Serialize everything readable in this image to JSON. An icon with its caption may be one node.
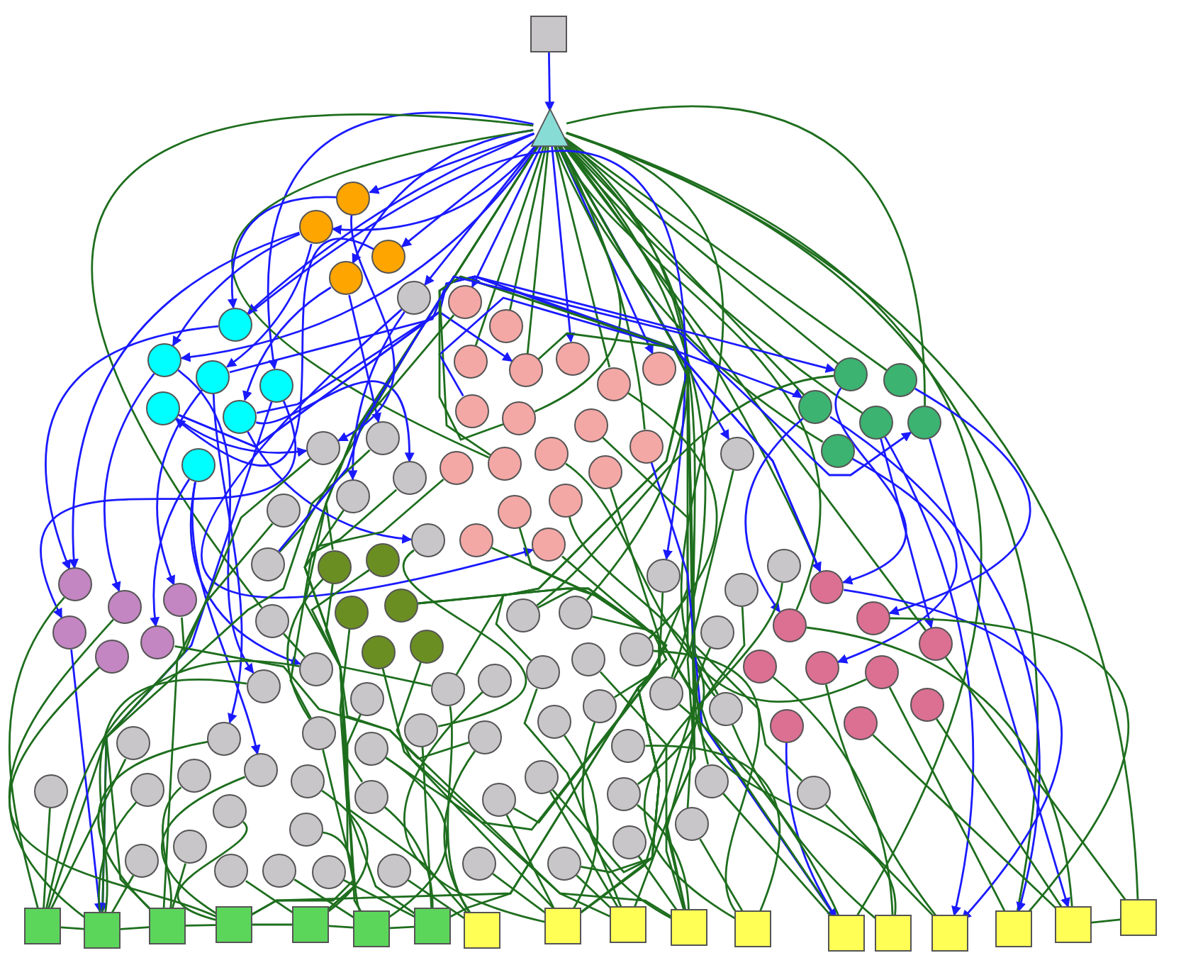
{
  "diagram": {
    "nodes": [
      {
        "text": [],
        "shape": "box"
      },
      {
        "text": [],
        "shape": "triangle"
      },
      {
        "text": [],
        "shape": "circle"
      },
      {
        "text": [],
        "shape": "circle"
      },
      {
        "text": [],
        "shape": "circle"
      },
      {
        "text": [],
        "shape": "circle"
      },
      {
        "text": [],
        "shape": "circle"
      },
      {
        "text": [],
        "shape": "circle"
      },
      {
        "text": [],
        "shape": "circle"
      },
      {
        "text": [],
        "shape": "circle"
      },
      {
        "text": [],
        "shape": "circle"
      },
      {
        "text": [],
        "shape": "circle"
      },
      {
        "text": [],
        "shape": "circle"
      },
      {
        "text": [],
        "shape": "circle"
      },
      {
        "text": [],
        "shape": "circle"
      },
      {
        "text": [],
        "shape": "circle"
      },
      {
        "text": [],
        "shape": "circle"
      },
      {
        "text": [],
        "shape": "circle"
      },
      {
        "text": [],
        "shape": "circle"
      },
      {
        "text": [],
        "shape": "circle"
      },
      {
        "text": [],
        "shape": "circle"
      },
      {
        "text": [],
        "shape": "circle"
      },
      {
        "text": [],
        "shape": "circle"
      },
      {
        "text": [],
        "shape": "circle"
      },
      {
        "text": [],
        "shape": "circle"
      },
      {
        "text": [],
        "shape": "circle"
      },
      {
        "text": [],
        "shape": "circle"
      },
      {
        "text": [],
        "shape": "circle"
      },
      {
        "text": [],
        "shape": "circle"
      },
      {
        "text": [],
        "shape": "circle"
      },
      {
        "text": [],
        "shape": "circle"
      },
      {
        "text": [],
        "shape": "circle"
      },
      {
        "text": [],
        "shape": "circle"
      },
      {
        "text": [],
        "shape": "circle"
      },
      {
        "text": [],
        "shape": "circle"
      },
      {
        "text": [],
        "shape": "circle"
      },
      {
        "text": [],
        "shape": "circle"
      },
      {
        "text": [],
        "shape": "circle"
      },
      {
        "text": [],
        "shape": "circle"
      },
      {
        "text": [],
        "shape": "circle"
      },
      {
        "text": [],
        "shape": "circle"
      },
      {
        "text": [],
        "shape": "circle"
      },
      {
        "text": [],
        "shape": "circle"
      },
      {
        "text": [],
        "shape": "circle"
      },
      {
        "text": [],
        "shape": "circle"
      },
      {
        "text": [],
        "shape": "circle"
      },
      {
        "text": [],
        "shape": "circle"
      },
      {
        "text": [],
        "shape": "circle"
      },
      {
        "text": [],
        "shape": "circle"
      },
      {
        "text": [],
        "shape": "circle"
      },
      {
        "text": [],
        "shape": "circle"
      },
      {
        "text": [],
        "shape": "circle"
      },
      {
        "text": [],
        "shape": "circle"
      },
      {
        "text": [],
        "shape": "circle"
      },
      {
        "text": [],
        "shape": "circle"
      },
      {
        "text": [],
        "shape": "circle"
      },
      {
        "text": [],
        "shape": "circle"
      },
      {
        "text": [],
        "shape": "circle"
      },
      {
        "text": [],
        "shape": "circle"
      },
      {
        "text": [],
        "shape": "circle"
      },
      {
        "text": [],
        "shape": "circle"
      },
      {
        "text": [],
        "shape": "circle"
      },
      {
        "text": [],
        "shape": "circle"
      },
      {
        "text": [],
        "shape": "circle"
      },
      {
        "text": [],
        "shape": "circle"
      },
      {
        "text": [],
        "shape": "circle"
      },
      {
        "text": [],
        "shape": "circle"
      },
      {
        "text": [],
        "shape": "circle"
      },
      {
        "text": [],
        "shape": "circle"
      },
      {
        "text": [],
        "shape": "circle"
      },
      {
        "text": [],
        "shape": "circle"
      },
      {
        "text": [],
        "shape": "circle"
      },
      {
        "text": [],
        "shape": "circle"
      },
      {
        "text": [],
        "shape": "circle"
      },
      {
        "text": [],
        "shape": "circle"
      },
      {
        "text": [],
        "shape": "circle"
      },
      {
        "text": [],
        "shape": "circle"
      },
      {
        "text": [],
        "shape": "circle"
      },
      {
        "text": [],
        "shape": "circle"
      },
      {
        "text": [],
        "shape": "circle"
      },
      {
        "text": [],
        "shape": "circle"
      },
      {
        "text": [],
        "shape": "circle"
      },
      {
        "text": [],
        "shape": "circle"
      },
      {
        "text": [],
        "shape": "circle"
      },
      {
        "text": [],
        "shape": "circle"
      },
      {
        "text": [],
        "shape": "circle"
      },
      {
        "text": [],
        "shape": "circle"
      },
      {
        "text": [],
        "shape": "circle"
      },
      {
        "text": [],
        "shape": "circle"
      },
      {
        "text": [],
        "shape": "circle"
      },
      {
        "text": [],
        "shape": "circle"
      },
      {
        "text": [],
        "shape": "circle"
      },
      {
        "text": [],
        "shape": "circle"
      },
      {
        "text": [],
        "shape": "circle"
      },
      {
        "text": [],
        "shape": "circle"
      },
      {
        "text": [],
        "shape": "circle"
      },
      {
        "text": [],
        "shape": "circle"
      },
      {
        "text": [],
        "shape": "circle"
      },
      {
        "text": [],
        "shape": "circle"
      },
      {
        "text": [],
        "shape": "circle"
      },
      {
        "text": [],
        "shape": "circle"
      },
      {
        "text": [],
        "shape": "circle"
      },
      {
        "text": [],
        "shape": "circle"
      },
      {
        "text": [],
        "shape": "circle"
      },
      {
        "text": [],
        "shape": "circle"
      },
      {
        "text": [],
        "shape": "circle"
      },
      {
        "text": [],
        "shape": "circle"
      },
      {
        "text": [],
        "shape": "circle"
      },
      {
        "text": [],
        "shape": "circle"
      },
      {
        "text": [],
        "shape": "circle"
      },
      {
        "text": [],
        "shape": "circle"
      },
      {
        "text": [],
        "shape": "circle"
      },
      {
        "text": [],
        "shape": "circle"
      },
      {
        "text": [],
        "shape": "circle"
      },
      {
        "text": [],
        "shape": "circle"
      },
      {
        "text": [],
        "shape": "circle"
      },
      {
        "text": [],
        "shape": "circle"
      },
      {
        "text": [],
        "shape": "circle"
      },
      {
        "text": [],
        "shape": "box"
      },
      {
        "text": [],
        "shape": "box"
      },
      {
        "text": [],
        "shape": "box"
      },
      {
        "text": [],
        "shape": "box"
      },
      {
        "text": [],
        "shape": "box"
      },
      {
        "text": [],
        "shape": "box"
      },
      {
        "text": [],
        "shape": "box"
      },
      {
        "text": [],
        "shape": "box"
      },
      {
        "text": [],
        "shape": "box"
      },
      {
        "text": [],
        "shape": "box"
      },
      {
        "text": [],
        "shape": "box"
      },
      {
        "text": [],
        "shape": "box"
      },
      {
        "text": [],
        "shape": "box"
      },
      {
        "text": [],
        "shape": "box"
      },
      {
        "text": [],
        "shape": "box"
      },
      {
        "text": [],
        "shape": "box"
      },
      {
        "text": [],
        "shape": "box"
      },
      {
        "text": [],
        "shape": "box"
      }
    ],
    "edges": [
      {
        "from": 0,
        "to": 1,
        "arrow": "to",
        "color": "#1a1aff"
      },
      {
        "from": 1,
        "to": 2,
        "arrow": "to",
        "color": "#1a1aff"
      },
      {
        "from": 1,
        "to": 3,
        "arrow": "to",
        "color": "#1a1aff"
      },
      {
        "from": 1,
        "to": 4,
        "arrow": "to",
        "color": "#1a1aff"
      },
      {
        "from": 1,
        "to": 5,
        "arrow": "to",
        "color": "#1a1aff"
      },
      {
        "from": 1,
        "to": 6,
        "arrow": "to",
        "color": "#1a1aff"
      },
      {
        "from": 1,
        "to": 7,
        "arrow": "to",
        "color": "#1a1aff"
      },
      {
        "from": 1,
        "to": 8,
        "arrow": "to",
        "color": "#1a1aff"
      },
      {
        "from": 1,
        "to": 10,
        "arrow": "to",
        "color": "#1a1aff"
      },
      {
        "from": 1,
        "to": 14,
        "arrow": "to",
        "color": "#1a1aff"
      },
      {
        "from": 1,
        "to": 18,
        "arrow": "to",
        "color": "#1a1aff"
      },
      {
        "from": 1,
        "to": 19,
        "arrow": "to",
        "color": "#1a1aff"
      },
      {
        "from": 1,
        "to": 45,
        "arrow": "to",
        "color": "#1a1aff"
      },
      {
        "from": 1,
        "to": 15,
        "arrow": "none"
      },
      {
        "from": 1,
        "to": 16,
        "arrow": "none"
      },
      {
        "from": 1,
        "to": 17,
        "arrow": "none"
      },
      {
        "from": 1,
        "to": 20,
        "arrow": "none"
      },
      {
        "from": 1,
        "to": 22,
        "arrow": "none"
      },
      {
        "from": 1,
        "to": 25,
        "arrow": "none"
      },
      {
        "from": 1,
        "to": 27,
        "arrow": "none"
      },
      {
        "from": 1,
        "to": 33,
        "arrow": "none"
      },
      {
        "from": 1,
        "to": 34,
        "arrow": "none"
      },
      {
        "from": 1,
        "to": 35,
        "arrow": "none"
      },
      {
        "from": 1,
        "to": 36,
        "arrow": "none"
      },
      {
        "from": 1,
        "to": 37,
        "arrow": "none"
      },
      {
        "from": 1,
        "to": 38,
        "arrow": "none"
      },
      {
        "from": 1,
        "to": 46,
        "arrow": "none"
      },
      {
        "from": 1,
        "to": 47,
        "arrow": "none"
      },
      {
        "from": 1,
        "to": 52,
        "arrow": "none"
      },
      {
        "from": 1,
        "to": 54,
        "arrow": "none"
      },
      {
        "from": 1,
        "to": 66,
        "arrow": "none"
      },
      {
        "from": 1,
        "to": 68,
        "arrow": "none"
      },
      {
        "from": 1,
        "to": 69,
        "arrow": "none"
      },
      {
        "from": 1,
        "to": 79,
        "arrow": "none"
      },
      {
        "from": 1,
        "to": 84,
        "arrow": "none"
      },
      {
        "from": 1,
        "to": 85,
        "arrow": "none"
      },
      {
        "from": 1,
        "to": 103,
        "arrow": "none"
      },
      {
        "from": 1,
        "to": 104,
        "arrow": "none"
      },
      {
        "from": 1,
        "to": 124,
        "arrow": "none"
      },
      {
        "from": 1,
        "to": 126,
        "arrow": "none"
      },
      {
        "from": 1,
        "to": 128,
        "arrow": "none"
      },
      {
        "from": 1,
        "to": 130,
        "arrow": "none"
      },
      {
        "from": 1,
        "to": 133,
        "arrow": "none"
      },
      {
        "from": 1,
        "to": 135,
        "arrow": "none"
      },
      {
        "from": 2,
        "to": 7,
        "arrow": "to",
        "color": "#1a1aff"
      },
      {
        "from": 3,
        "to": 8,
        "arrow": "to",
        "color": "#1a1aff"
      },
      {
        "from": 3,
        "to": 9,
        "arrow": "to",
        "color": "#1a1aff"
      },
      {
        "from": 4,
        "to": 11,
        "arrow": "to",
        "color": "#1a1aff"
      },
      {
        "from": 5,
        "to": 12,
        "arrow": "to",
        "color": "#1a1aff"
      },
      {
        "from": 3,
        "to": 60,
        "arrow": "to",
        "color": "#1a1aff"
      },
      {
        "from": 2,
        "to": 39,
        "arrow": "to",
        "color": "#1a1aff"
      },
      {
        "from": 5,
        "to": 40,
        "arrow": "to",
        "color": "#1a1aff"
      },
      {
        "from": 6,
        "to": 42,
        "arrow": "to",
        "color": "#1a1aff"
      },
      {
        "from": 6,
        "to": 31,
        "arrow": "to",
        "color": "#1a1aff"
      },
      {
        "from": 7,
        "to": 60,
        "arrow": "to",
        "color": "#1a1aff"
      },
      {
        "from": 8,
        "to": 61,
        "arrow": "to",
        "color": "#1a1aff"
      },
      {
        "from": 9,
        "to": 62,
        "arrow": "to",
        "color": "#1a1aff"
      },
      {
        "from": 10,
        "to": 63,
        "arrow": "to",
        "color": "#1a1aff"
      },
      {
        "from": 11,
        "to": 39,
        "arrow": "to",
        "color": "#1a1aff"
      },
      {
        "from": 11,
        "to": 35,
        "arrow": "to",
        "color": "#1a1aff"
      },
      {
        "from": 12,
        "to": 44,
        "arrow": "to",
        "color": "#1a1aff"
      },
      {
        "from": 13,
        "to": 64,
        "arrow": "to",
        "color": "#1a1aff"
      },
      {
        "from": 8,
        "to": 77,
        "arrow": "to",
        "color": "#1a1aff"
      },
      {
        "from": 9,
        "to": 92,
        "arrow": "to",
        "color": "#1a1aff"
      },
      {
        "from": 13,
        "to": 96,
        "arrow": "to",
        "color": "#1a1aff"
      },
      {
        "from": 11,
        "to": 17,
        "arrow": "to",
        "color": "#1a1aff"
      },
      {
        "from": 12,
        "to": 41,
        "arrow": "to",
        "color": "#1a1aff"
      },
      {
        "from": 9,
        "to": 33,
        "arrow": "to",
        "color": "#1a1aff"
      },
      {
        "from": 13,
        "to": 76,
        "arrow": "to",
        "color": "#1a1aff"
      },
      {
        "from": 10,
        "to": 119,
        "arrow": "to",
        "color": "#1a1aff"
      },
      {
        "from": 7,
        "to": 48,
        "arrow": "to",
        "color": "#1a1aff"
      },
      {
        "from": 12,
        "to": 66,
        "arrow": "to",
        "color": "#1a1aff"
      },
      {
        "from": 14,
        "to": 79,
        "arrow": "none"
      },
      {
        "from": 17,
        "to": 81,
        "arrow": "none"
      },
      {
        "from": 20,
        "to": 83,
        "arrow": "none"
      },
      {
        "from": 23,
        "to": 86,
        "arrow": "none"
      },
      {
        "from": 26,
        "to": 90,
        "arrow": "none"
      },
      {
        "from": 28,
        "to": 100,
        "arrow": "none"
      },
      {
        "from": 29,
        "to": 102,
        "arrow": "none"
      },
      {
        "from": 30,
        "to": 116,
        "arrow": "none"
      },
      {
        "from": 31,
        "to": 101,
        "arrow": "none"
      },
      {
        "from": 32,
        "to": 115,
        "arrow": "none"
      },
      {
        "from": 24,
        "to": 72,
        "arrow": "none"
      },
      {
        "from": 27,
        "to": 84,
        "arrow": "none"
      },
      {
        "from": 21,
        "to": 66,
        "arrow": "to",
        "color": "#1a1aff"
      },
      {
        "from": 25,
        "to": 130,
        "arrow": "to",
        "color": "#1a1aff"
      },
      {
        "from": 22,
        "to": 85,
        "arrow": "none"
      },
      {
        "from": 33,
        "to": 66,
        "arrow": "to",
        "color": "#1a1aff"
      },
      {
        "from": 34,
        "to": 67,
        "arrow": "to",
        "color": "#1a1aff"
      },
      {
        "from": 35,
        "to": 68,
        "arrow": "to",
        "color": "#1a1aff"
      },
      {
        "from": 36,
        "to": 69,
        "arrow": "to",
        "color": "#1a1aff"
      },
      {
        "from": 37,
        "to": 134,
        "arrow": "to",
        "color": "#1a1aff"
      },
      {
        "from": 38,
        "to": 71,
        "arrow": "to",
        "color": "#1a1aff"
      },
      {
        "from": 35,
        "to": 133,
        "arrow": "to",
        "color": "#1a1aff"
      },
      {
        "from": 36,
        "to": 132,
        "arrow": "to",
        "color": "#1a1aff"
      },
      {
        "from": 33,
        "to": 51,
        "arrow": "none"
      },
      {
        "from": 39,
        "to": 118,
        "arrow": "none"
      },
      {
        "from": 40,
        "to": 119,
        "arrow": "none"
      },
      {
        "from": 41,
        "to": 88,
        "arrow": "none"
      },
      {
        "from": 42,
        "to": 99,
        "arrow": "none"
      },
      {
        "from": 43,
        "to": 120,
        "arrow": "none"
      },
      {
        "from": 44,
        "to": 89,
        "arrow": "none"
      },
      {
        "from": 45,
        "to": 127,
        "arrow": "none"
      },
      {
        "from": 46,
        "to": 37,
        "arrow": "to",
        "color": "#1a1aff"
      },
      {
        "from": 47,
        "to": 76,
        "arrow": "none"
      },
      {
        "from": 48,
        "to": 121,
        "arrow": "none"
      },
      {
        "from": 49,
        "to": 128,
        "arrow": "none"
      },
      {
        "from": 50,
        "to": 129,
        "arrow": "none"
      },
      {
        "from": 51,
        "to": 130,
        "arrow": "none"
      },
      {
        "from": 52,
        "to": 126,
        "arrow": "none"
      },
      {
        "from": 53,
        "to": 131,
        "arrow": "none"
      },
      {
        "from": 54,
        "to": 122,
        "arrow": "none"
      },
      {
        "from": 55,
        "to": 123,
        "arrow": "none"
      },
      {
        "from": 56,
        "to": 124,
        "arrow": "none"
      },
      {
        "from": 57,
        "to": 125,
        "arrow": "none"
      },
      {
        "from": 58,
        "to": 126,
        "arrow": "none"
      },
      {
        "from": 59,
        "to": 127,
        "arrow": "none"
      },
      {
        "from": 54,
        "to": 88,
        "arrow": "none"
      },
      {
        "from": 56,
        "to": 98,
        "arrow": "none"
      },
      {
        "from": 60,
        "to": 118,
        "arrow": "none"
      },
      {
        "from": 61,
        "to": 119,
        "arrow": "none"
      },
      {
        "from": 62,
        "to": 120,
        "arrow": "none"
      },
      {
        "from": 63,
        "to": 119,
        "arrow": "to",
        "color": "#1a1aff"
      },
      {
        "from": 64,
        "to": 128,
        "arrow": "none"
      },
      {
        "from": 65,
        "to": 121,
        "arrow": "none"
      },
      {
        "from": 66,
        "to": 132,
        "arrow": "to",
        "color": "#1a1aff"
      },
      {
        "from": 67,
        "to": 133,
        "arrow": "none"
      },
      {
        "from": 68,
        "to": 134,
        "arrow": "none"
      },
      {
        "from": 69,
        "to": 135,
        "arrow": "none"
      },
      {
        "from": 70,
        "to": 131,
        "arrow": "none"
      },
      {
        "from": 71,
        "to": 132,
        "arrow": "none"
      },
      {
        "from": 72,
        "to": 133,
        "arrow": "none"
      },
      {
        "from": 73,
        "to": 134,
        "arrow": "none"
      },
      {
        "from": 74,
        "to": 130,
        "arrow": "to",
        "color": "#1a1aff"
      },
      {
        "from": 75,
        "to": 134,
        "arrow": "none"
      },
      {
        "from": 76,
        "to": 118,
        "arrow": "none"
      },
      {
        "from": 77,
        "to": 119,
        "arrow": "none"
      },
      {
        "from": 78,
        "to": 122,
        "arrow": "none"
      },
      {
        "from": 79,
        "to": 125,
        "arrow": "none"
      },
      {
        "from": 80,
        "to": 126,
        "arrow": "none"
      },
      {
        "from": 81,
        "to": 127,
        "arrow": "none"
      },
      {
        "from": 82,
        "to": 128,
        "arrow": "none"
      },
      {
        "from": 83,
        "to": 129,
        "arrow": "none"
      },
      {
        "from": 84,
        "to": 130,
        "arrow": "none"
      },
      {
        "from": 85,
        "to": 131,
        "arrow": "none"
      },
      {
        "from": 86,
        "to": 128,
        "arrow": "none"
      },
      {
        "from": 87,
        "to": 126,
        "arrow": "none"
      },
      {
        "from": 88,
        "to": 121,
        "arrow": "none"
      },
      {
        "from": 89,
        "to": 124,
        "arrow": "none"
      },
      {
        "from": 90,
        "to": 125,
        "arrow": "none"
      },
      {
        "from": 91,
        "to": 129,
        "arrow": "none"
      },
      {
        "from": 92,
        "to": 120,
        "arrow": "none"
      },
      {
        "from": 93,
        "to": 118,
        "arrow": "none"
      },
      {
        "from": 94,
        "to": 119,
        "arrow": "none"
      },
      {
        "from": 95,
        "to": 120,
        "arrow": "none"
      },
      {
        "from": 96,
        "to": 121,
        "arrow": "none"
      },
      {
        "from": 97,
        "to": 122,
        "arrow": "none"
      },
      {
        "from": 98,
        "to": 123,
        "arrow": "none"
      },
      {
        "from": 99,
        "to": 124,
        "arrow": "none"
      },
      {
        "from": 100,
        "to": 127,
        "arrow": "none"
      },
      {
        "from": 101,
        "to": 126,
        "arrow": "none"
      },
      {
        "from": 102,
        "to": 128,
        "arrow": "none"
      },
      {
        "from": 103,
        "to": 130,
        "arrow": "none"
      },
      {
        "from": 104,
        "to": 132,
        "arrow": "none"
      },
      {
        "from": 105,
        "to": 118,
        "arrow": "none"
      },
      {
        "from": 106,
        "to": 121,
        "arrow": "none"
      },
      {
        "from": 107,
        "to": 123,
        "arrow": "none"
      },
      {
        "from": 108,
        "to": 120,
        "arrow": "none"
      },
      {
        "from": 109,
        "to": 119,
        "arrow": "none"
      },
      {
        "from": 110,
        "to": 122,
        "arrow": "none"
      },
      {
        "from": 111,
        "to": 123,
        "arrow": "none"
      },
      {
        "from": 112,
        "to": 124,
        "arrow": "none"
      },
      {
        "from": 113,
        "to": 125,
        "arrow": "none"
      },
      {
        "from": 114,
        "to": 126,
        "arrow": "none"
      },
      {
        "from": 115,
        "to": 127,
        "arrow": "none"
      },
      {
        "from": 116,
        "to": 129,
        "arrow": "none"
      },
      {
        "from": 117,
        "to": 128,
        "arrow": "none"
      },
      {
        "from": 118,
        "to": 119,
        "arrow": "none"
      },
      {
        "from": 119,
        "to": 120,
        "arrow": "none"
      },
      {
        "from": 120,
        "to": 121,
        "arrow": "none"
      },
      {
        "from": 121,
        "to": 122,
        "arrow": "none"
      },
      {
        "from": 122,
        "to": 123,
        "arrow": "none"
      },
      {
        "from": 123,
        "to": 124,
        "arrow": "none"
      },
      {
        "from": 134,
        "to": 135,
        "arrow": "none"
      }
    ]
  }
}
